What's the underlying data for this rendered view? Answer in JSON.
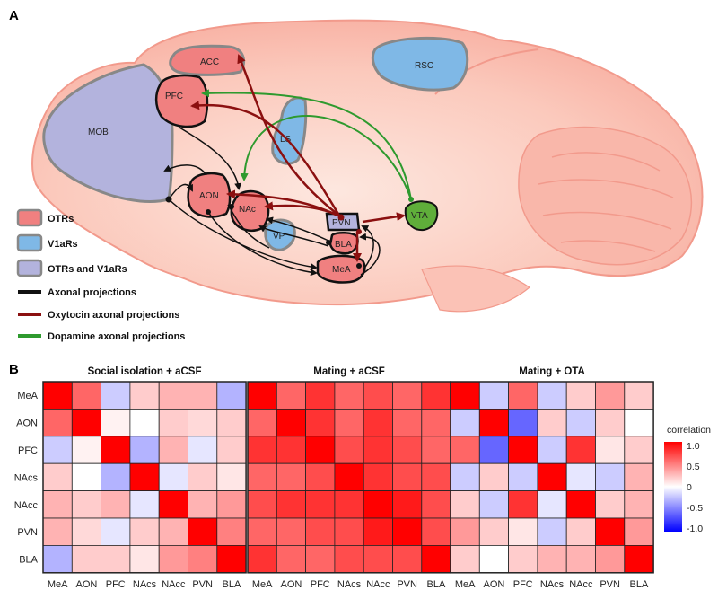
{
  "panel_a": {
    "letter": "A",
    "regions": {
      "acc": "ACC",
      "pfc": "PFC",
      "mob": "MOB",
      "ls": "LS",
      "rsc": "RSC",
      "aon": "AON",
      "nac": "NAc",
      "vp": "VP",
      "pvn": "PVN",
      "bla": "BLA",
      "mea": "MeA",
      "vta": "VTA"
    },
    "legend": [
      {
        "key": "otr",
        "label": "OTRs",
        "color": "#f08080"
      },
      {
        "key": "v1a",
        "label": "V1aRs",
        "color": "#7fb8e6"
      },
      {
        "key": "both",
        "label": "OTRs and V1aRs",
        "color": "#b3b3dd"
      },
      {
        "key": "ax",
        "label": "Axonal projections",
        "color": "#111111"
      },
      {
        "key": "oxt",
        "label": "Oxytocin axonal projections",
        "color": "#8b1010"
      },
      {
        "key": "da",
        "label": "Dopamine axonal projections",
        "color": "#2e9a2e"
      }
    ]
  },
  "panel_b": {
    "letter": "B",
    "colorbar": {
      "title": "correlation",
      "ticks": [
        "1.0",
        "0.5",
        "0",
        "-0.5",
        "-1.0"
      ],
      "colors": {
        "low": "#0000ff",
        "mid": "#ffffff",
        "high": "#ff0000"
      }
    }
  },
  "chart_data": [
    {
      "type": "heatmap",
      "title": "Social isolation + aCSF",
      "rows": [
        "MeA",
        "AON",
        "PFC",
        "NAcs",
        "NAcc",
        "PVN",
        "BLA"
      ],
      "cols": [
        "MeA",
        "AON",
        "PFC",
        "NAcs",
        "NAcc",
        "PVN",
        "BLA"
      ],
      "zlim": [
        -1,
        1
      ],
      "values": [
        [
          1.0,
          0.6,
          -0.2,
          0.2,
          0.3,
          0.3,
          -0.3
        ],
        [
          0.6,
          1.0,
          0.05,
          0.0,
          0.2,
          0.15,
          0.2
        ],
        [
          -0.2,
          0.05,
          1.0,
          -0.3,
          0.3,
          -0.1,
          0.2
        ],
        [
          0.2,
          0.0,
          -0.3,
          1.0,
          -0.1,
          0.2,
          0.1
        ],
        [
          0.3,
          0.2,
          0.3,
          -0.1,
          1.0,
          0.3,
          0.4
        ],
        [
          0.3,
          0.15,
          -0.1,
          0.2,
          0.3,
          1.0,
          0.5
        ],
        [
          -0.3,
          0.2,
          0.2,
          0.1,
          0.4,
          0.5,
          1.0
        ]
      ]
    },
    {
      "type": "heatmap",
      "title": "Mating + aCSF",
      "rows": [
        "MeA",
        "AON",
        "PFC",
        "NAcs",
        "NAcc",
        "PVN",
        "BLA"
      ],
      "cols": [
        "MeA",
        "AON",
        "PFC",
        "NAcs",
        "NAcc",
        "PVN",
        "BLA"
      ],
      "zlim": [
        -1,
        1
      ],
      "values": [
        [
          1.0,
          0.6,
          0.8,
          0.6,
          0.7,
          0.6,
          0.8
        ],
        [
          0.6,
          1.0,
          0.8,
          0.6,
          0.8,
          0.6,
          0.6
        ],
        [
          0.8,
          0.8,
          1.0,
          0.7,
          0.8,
          0.7,
          0.6
        ],
        [
          0.6,
          0.6,
          0.7,
          1.0,
          0.8,
          0.7,
          0.7
        ],
        [
          0.7,
          0.8,
          0.8,
          0.8,
          1.0,
          0.9,
          0.7
        ],
        [
          0.6,
          0.6,
          0.7,
          0.7,
          0.9,
          1.0,
          0.7
        ],
        [
          0.8,
          0.6,
          0.6,
          0.7,
          0.7,
          0.7,
          1.0
        ]
      ]
    },
    {
      "type": "heatmap",
      "title": "Mating + OTA",
      "rows": [
        "MeA",
        "AON",
        "PFC",
        "NAcs",
        "NAcc",
        "PVN",
        "BLA"
      ],
      "cols": [
        "MeA",
        "AON",
        "PFC",
        "NAcs",
        "NAcc",
        "PVN",
        "BLA"
      ],
      "zlim": [
        -1,
        1
      ],
      "values": [
        [
          1.0,
          -0.2,
          0.6,
          -0.2,
          0.2,
          0.4,
          0.2
        ],
        [
          -0.2,
          1.0,
          -0.6,
          0.2,
          -0.2,
          0.2,
          0.0
        ],
        [
          0.6,
          -0.6,
          1.0,
          -0.2,
          0.8,
          0.1,
          0.2
        ],
        [
          -0.2,
          0.2,
          -0.2,
          1.0,
          -0.1,
          -0.2,
          0.3
        ],
        [
          0.2,
          -0.2,
          0.8,
          -0.1,
          1.0,
          0.2,
          0.3
        ],
        [
          0.4,
          0.2,
          0.1,
          -0.2,
          0.2,
          1.0,
          0.4
        ],
        [
          0.2,
          0.0,
          0.2,
          0.3,
          0.3,
          0.4,
          1.0
        ]
      ]
    }
  ]
}
